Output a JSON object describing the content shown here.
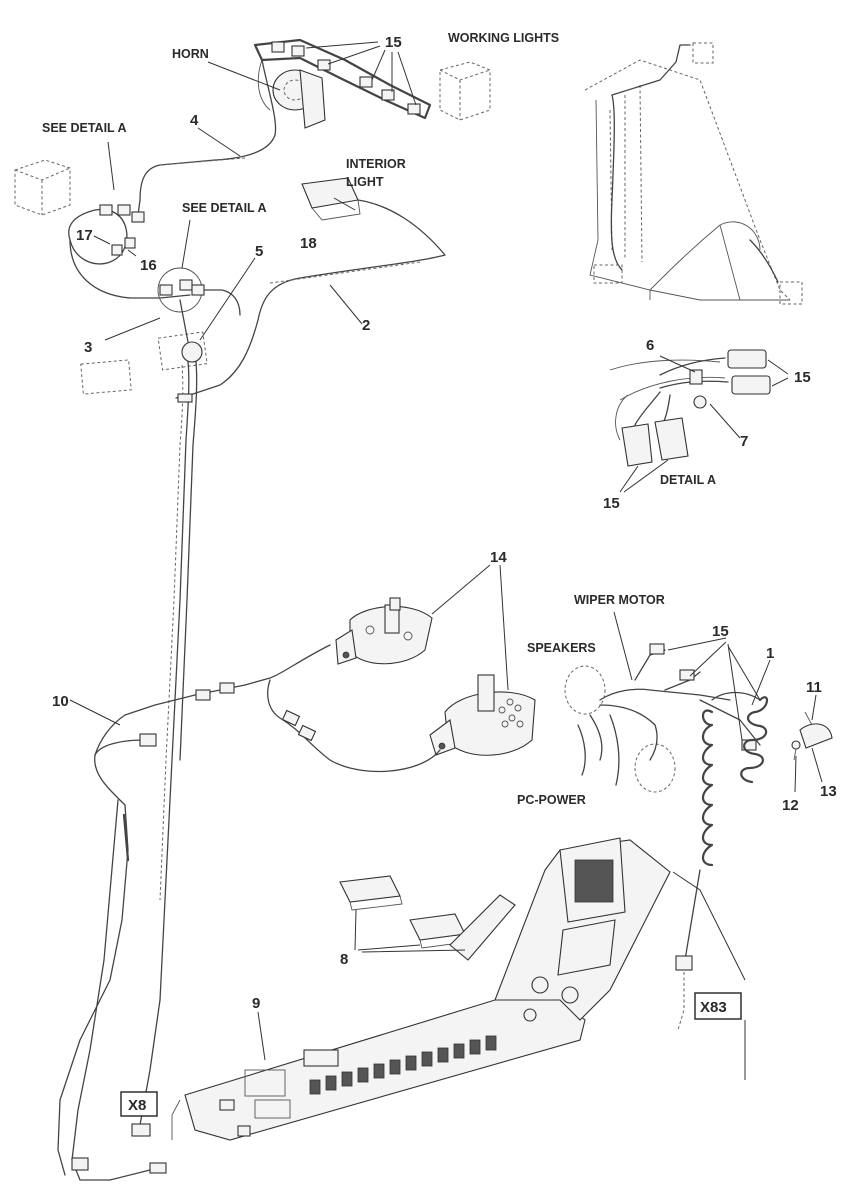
{
  "labels": {
    "horn": "HORN",
    "working_lights": "WORKING LIGHTS",
    "see_detail_a_1": "SEE DETAIL A",
    "see_detail_a_2": "SEE DETAIL A",
    "interior_light_1": "INTERIOR",
    "interior_light_2": "LIGHT",
    "detail_a": "DETAIL A",
    "wiper_motor": "WIPER MOTOR",
    "speakers": "SPEAKERS",
    "pc_power": "PC-POWER",
    "connector_x8": "X8",
    "connector_x83": "X83"
  },
  "callouts": {
    "n1": "1",
    "n2": "2",
    "n3": "3",
    "n4": "4",
    "n5": "5",
    "n6": "6",
    "n7": "7",
    "n8": "8",
    "n9": "9",
    "n10": "10",
    "n11": "11",
    "n12": "12",
    "n13": "13",
    "n14": "14",
    "n15_top": "15",
    "n15_detail_right": "15",
    "n15_detail_bottom": "15",
    "n15_mid": "15",
    "n16": "16",
    "n17": "17",
    "n18": "18"
  }
}
